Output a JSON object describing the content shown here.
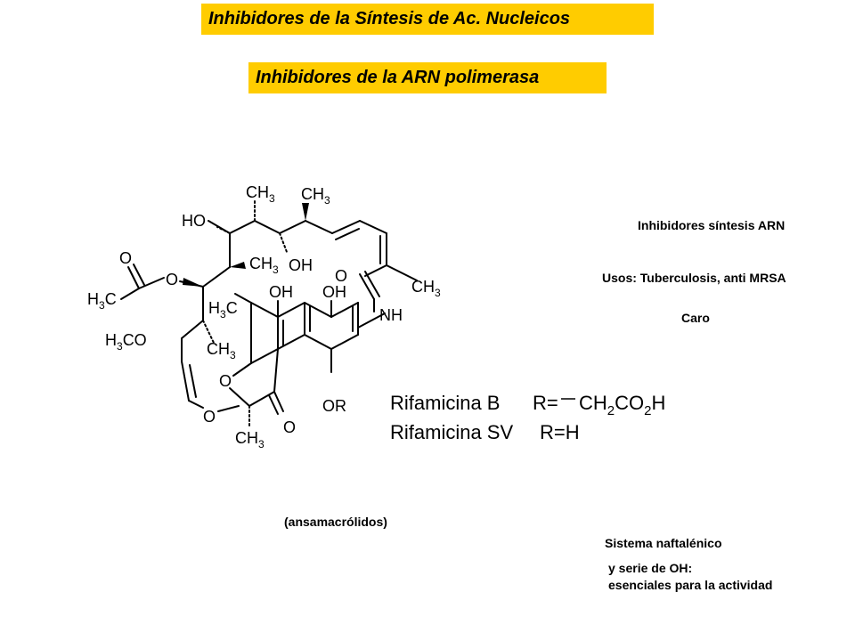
{
  "banners": {
    "title": "Inhibidores de la Síntesis de Ac. Nucleicos",
    "subtitle": "Inhibidores de la ARN polimerasa"
  },
  "notes": {
    "mechanism": "Inhibidores síntesis ARN",
    "uses": "Usos: Tuberculosis, anti MRSA",
    "cost": "Caro",
    "class": "(ansamacrólidos)",
    "feature_line1": "Sistema naftalénico",
    "feature_line2": "y serie de OH:",
    "feature_line3": "esenciales para la actividad"
  },
  "structure": {
    "labels": {
      "ch3": "CH",
      "sub3": "3",
      "ho": "HO",
      "oh": "OH",
      "o": "O",
      "nh": "NH",
      "h3c_h": "H",
      "h3c_c": "C",
      "h3co_h": "H",
      "h3co_co": "CO",
      "or": "OR"
    },
    "compounds": [
      {
        "name": "Rifamicina B",
        "r_prefix": "R=",
        "r_group": "CH",
        "r_sub1": "2",
        "r_mid": "CO",
        "r_sub2": "2",
        "r_end": "H"
      },
      {
        "name": "Rifamicina SV",
        "r_prefix": "R=H"
      }
    ]
  },
  "colors": {
    "banner_bg": "#ffcc00"
  }
}
